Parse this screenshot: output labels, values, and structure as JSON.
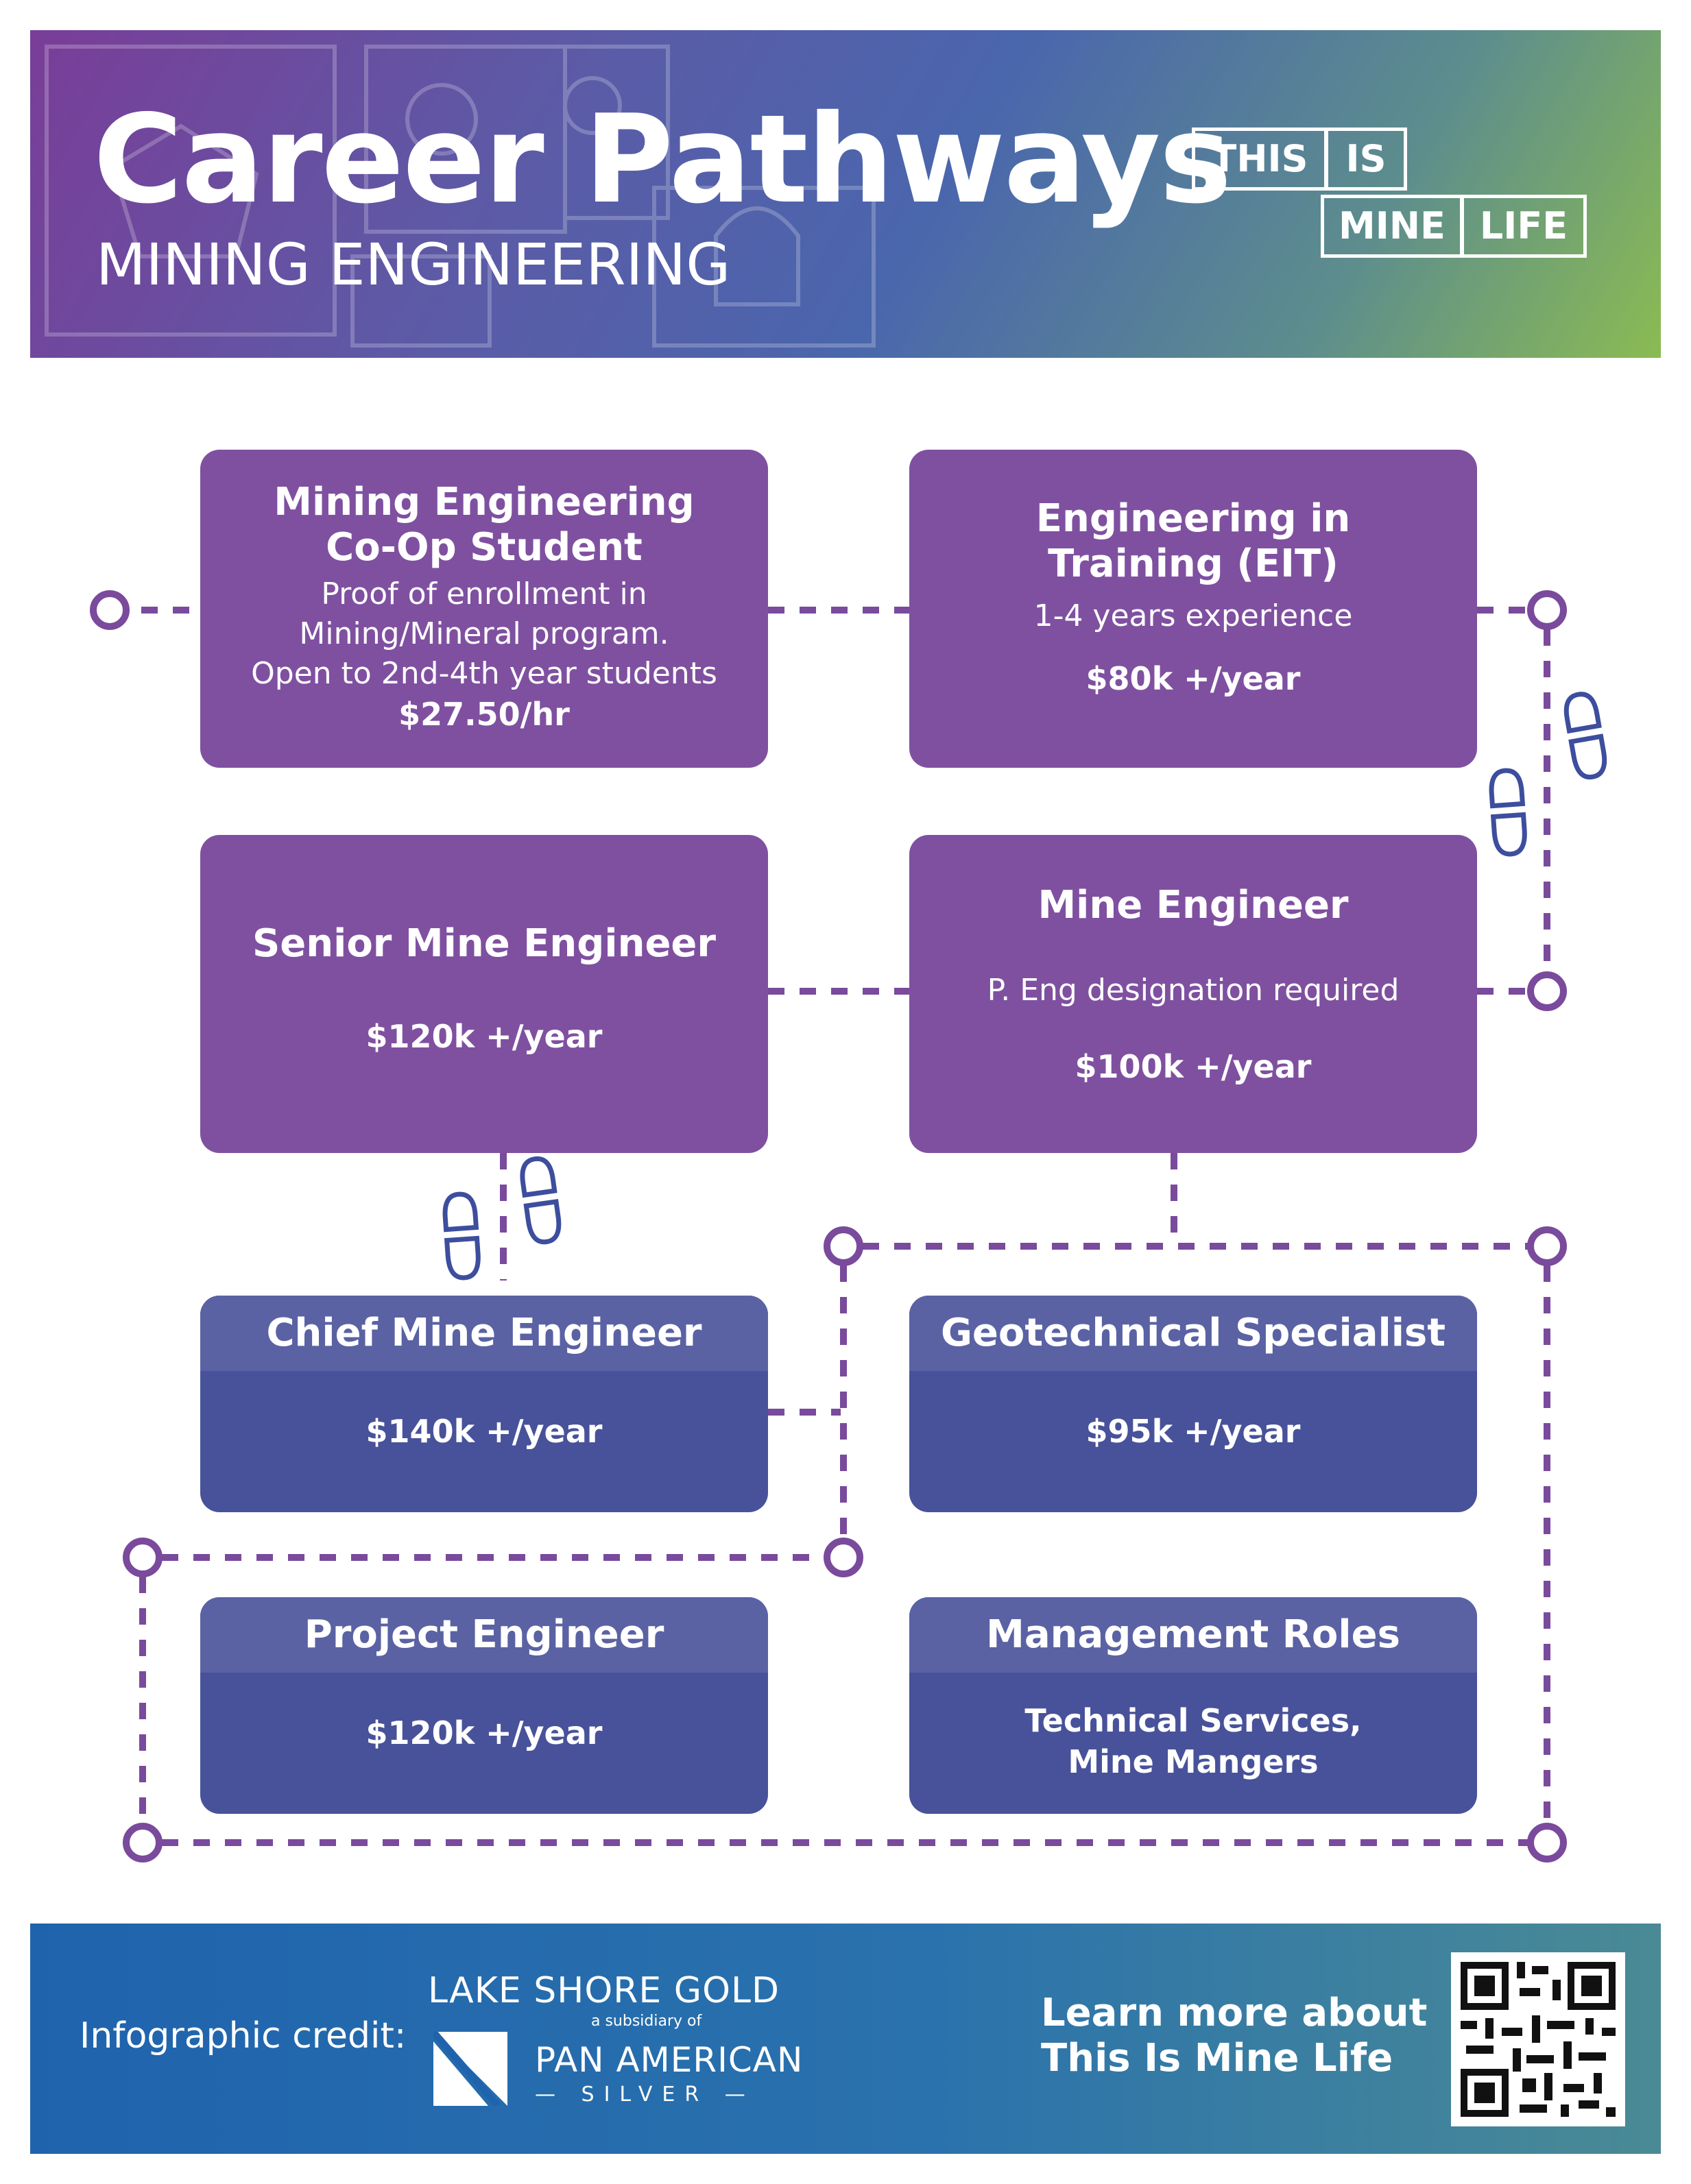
{
  "header": {
    "title": "Career Pathways",
    "subtitle": "MINING ENGINEERING",
    "logo_words": [
      "THIS",
      "IS",
      "MINE",
      "LIFE"
    ]
  },
  "colors": {
    "card_purple": "#7f50a0",
    "card_blue": "#48529a",
    "card_blue_header": "#5a62a4",
    "connector": "#7a4a9c",
    "footprint": "#3d4e9e"
  },
  "cards": {
    "coop": {
      "title_lines": [
        "Mining Engineering",
        "Co-Op Student"
      ],
      "details": [
        "Proof of enrollment in",
        "Mining/Mineral program.",
        "Open to 2nd-4th year students"
      ],
      "salary": "$27.50/hr"
    },
    "eit": {
      "title_lines": [
        "Engineering in",
        "Training (EIT)"
      ],
      "details": [
        "1-4 years experience"
      ],
      "salary": "$80k +/year"
    },
    "senior": {
      "title": "Senior Mine Engineer",
      "salary": "$120k +/year"
    },
    "mine_engineer": {
      "title": "Mine Engineer",
      "details": [
        "P. Eng designation required"
      ],
      "salary": "$100k +/year"
    },
    "chief": {
      "title": "Chief Mine Engineer",
      "salary": "$140k +/year"
    },
    "geotech": {
      "title": "Geotechnical Specialist",
      "salary": "$95k +/year"
    },
    "project": {
      "title": "Project Engineer",
      "salary": "$120k +/year"
    },
    "management": {
      "title": "Management Roles",
      "details": [
        "Technical Services,",
        "Mine Mangers"
      ]
    }
  },
  "footer": {
    "credit_label": "Infographic credit:",
    "partner_name": "LAKE SHORE GOLD",
    "partner_subsidiary": "a subsidiary of",
    "parent_name": "PAN AMERICAN",
    "parent_sub": "— SILVER —",
    "cta_lines": [
      "Learn more about",
      "This Is Mine Life"
    ],
    "qr_icon": "qr-code"
  }
}
